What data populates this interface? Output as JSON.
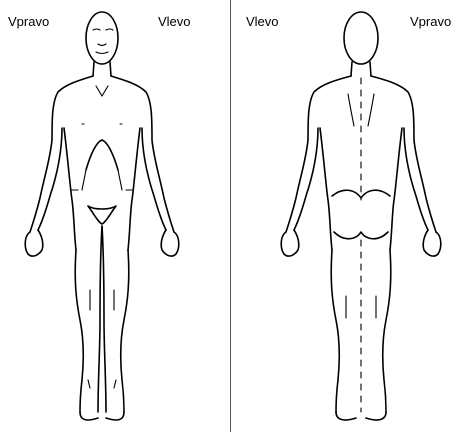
{
  "front": {
    "label_left": "Vpravo",
    "label_right": "Vlevo"
  },
  "back": {
    "label_left": "Vlevo",
    "label_right": "Vpravo"
  }
}
